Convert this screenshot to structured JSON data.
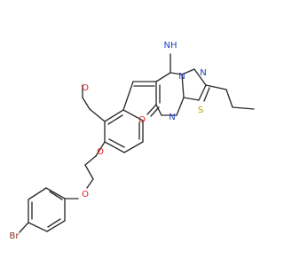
{
  "molecule": {
    "atoms": {
      "br": "Br",
      "o_aryl_ether": "O",
      "o_linker_ether": "O",
      "o_methoxy": "O",
      "n_imine": "NH",
      "o_carbonyl": "O",
      "n_ring_1": "N",
      "n_ring_2": "N",
      "n_ring_3": "N",
      "s_ring": "S"
    }
  },
  "colors": {
    "bond": "#2b2b2b",
    "oxygen": "#e31a1c",
    "nitrogen": "#1f3fbf",
    "sulfur": "#b8a000",
    "bromine": "#8b2f1c"
  }
}
